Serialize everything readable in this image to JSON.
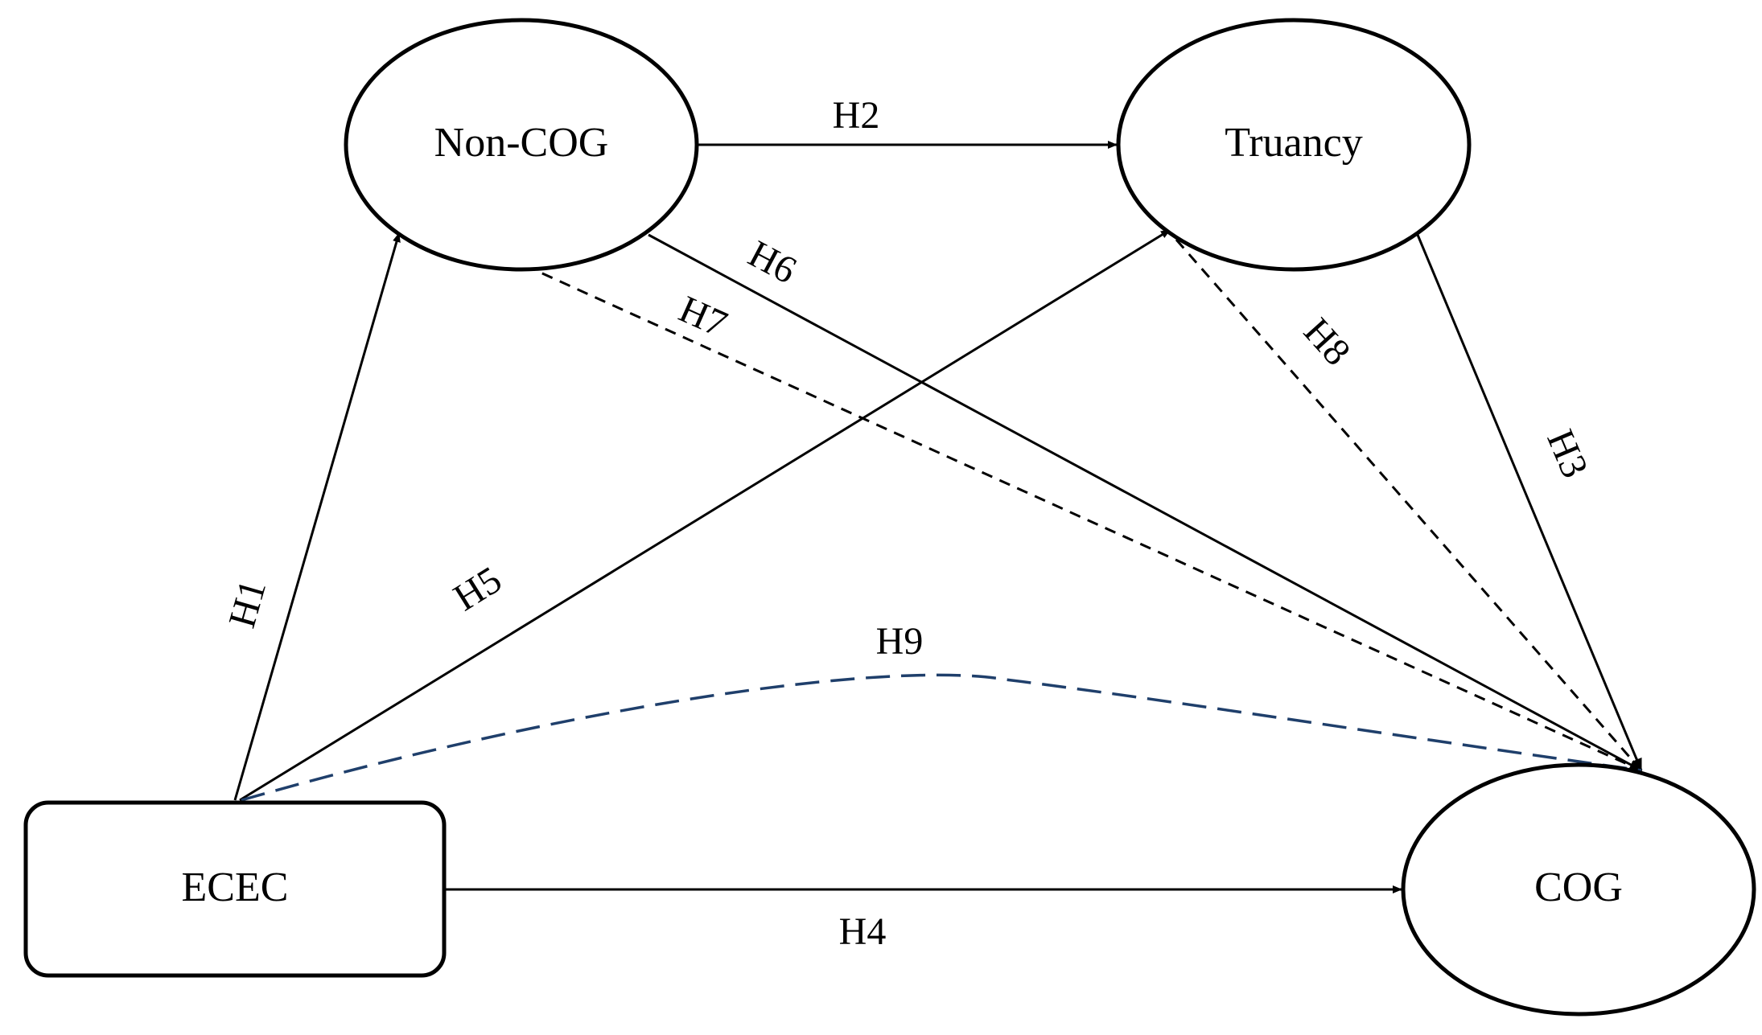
{
  "nodes": {
    "non_cog": "Non-COG",
    "truancy": "Truancy",
    "ecec": "ECEC",
    "cog": "COG"
  },
  "paths": {
    "h1": "H1",
    "h2": "H2",
    "h3": "H3",
    "h4": "H4",
    "h5": "H5",
    "h6": "H6",
    "h7": "H7",
    "h8": "H8",
    "h9": "H9"
  },
  "colors": {
    "line": "#000000",
    "h9_line": "#1f3f6b",
    "background": "#ffffff"
  }
}
